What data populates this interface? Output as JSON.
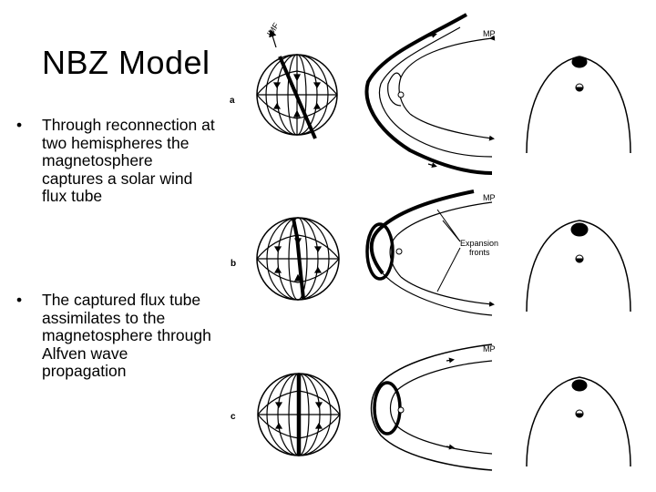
{
  "title": "NBZ Model",
  "bullets": [
    {
      "marker": "•",
      "text": "Through reconnection at two hemispheres the magnetosphere captures a solar wind flux tube"
    },
    {
      "marker": "•",
      "text": "The captured flux tube assimilates to the magnetosphere through Alfven wave propagation"
    }
  ],
  "figure": {
    "imf_label": "IMF",
    "mp_label": "MP",
    "expansion_label_line1": "Expansion",
    "expansion_label_line2": "fronts",
    "panels": [
      {
        "label": "a",
        "mp_label": "MP"
      },
      {
        "label": "b",
        "mp_label": "MP"
      },
      {
        "label": "c",
        "mp_label": "MP"
      }
    ]
  }
}
